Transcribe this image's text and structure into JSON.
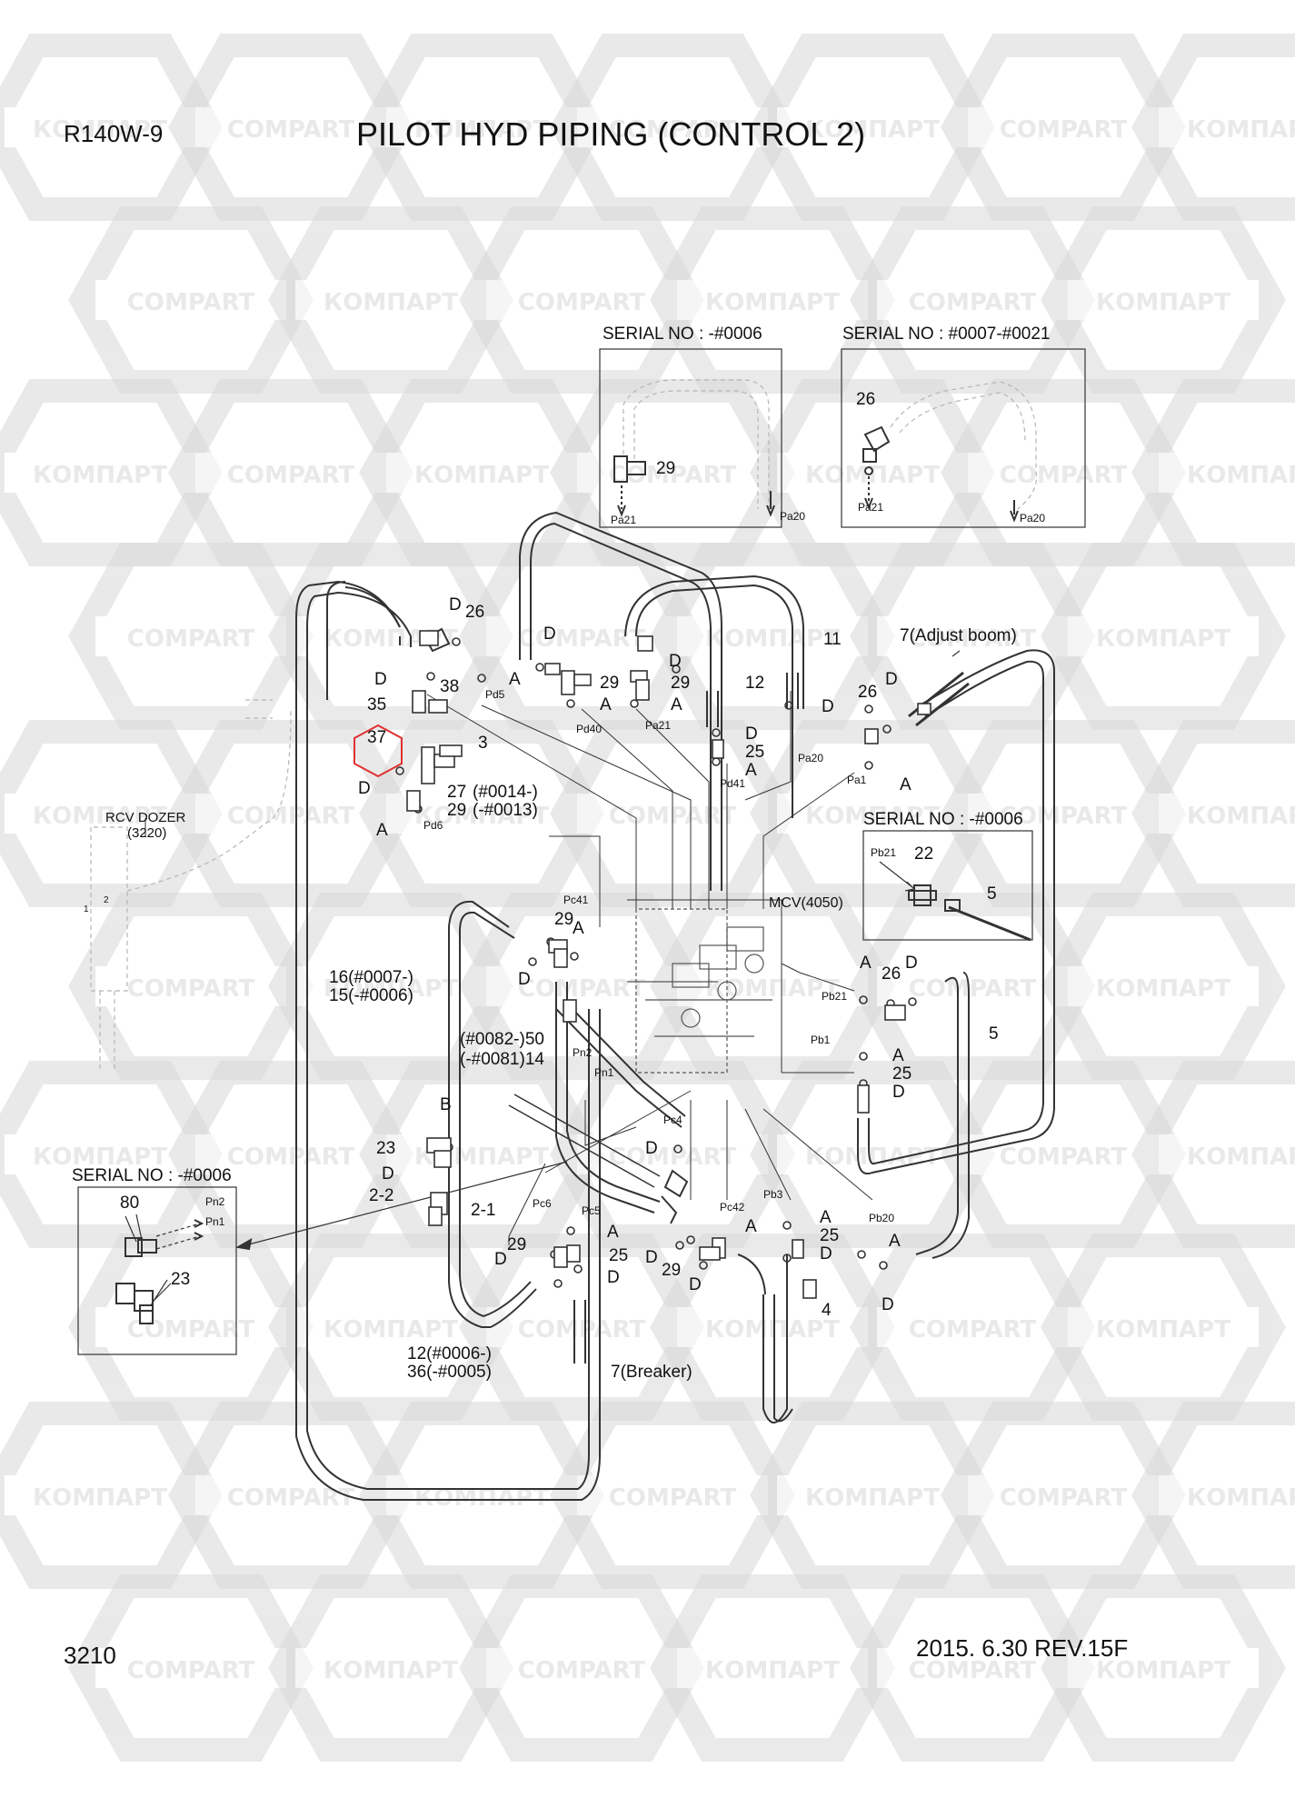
{
  "header": {
    "model": "R140W-9",
    "title": "PILOT HYD PIPING (CONTROL 2)"
  },
  "footer": {
    "page_code": "3210",
    "date_revision": "2015. 6.30  REV.15F"
  },
  "watermark": {
    "text_ru": "КОМПАРТ",
    "text_en": "COMPART"
  },
  "insets": {
    "top_left": {
      "serial": "SERIAL NO : -#0006",
      "part": "29",
      "port_left": "Pa21",
      "port_right": "Pa20"
    },
    "top_right": {
      "serial": "SERIAL NO : #0007-#0021",
      "part": "26",
      "port_left": "Pa21",
      "port_right": "Pa20"
    },
    "right": {
      "serial": "SERIAL NO : -#0006",
      "port": "Pb21",
      "part_a": "22",
      "part_b": "5"
    },
    "bottom_left": {
      "serial": "SERIAL NO : -#0006",
      "part_a": "80",
      "part_b": "23",
      "port_a": "Pn2",
      "port_b": "Pn1"
    }
  },
  "components": {
    "rcv_dozer": "RCV DOZER",
    "rcv_dozer_code": "(3220)",
    "rcv_port_1": "1",
    "rcv_port_2": "2",
    "mcv": "MCV(4050)",
    "adjust_boom": "7(Adjust boom)",
    "breaker": "7(Breaker)"
  },
  "callouts": {
    "c26a": "26",
    "cDa": "D",
    "cD35": "D",
    "c38": "38",
    "c35": "35",
    "cA_pd5": "A",
    "pd5": "Pd5",
    "c37": "37",
    "c3": "3",
    "cD37": "D",
    "c27": "27",
    "c27s": "(#0014-)",
    "c29": "29",
    "c29s": "(-#0013)",
    "cA_pd6": "A",
    "pd6": "Pd6",
    "cD_m1": "D",
    "c29_m1": "29",
    "cA_m1": "A",
    "pd40": "Pd40",
    "cD_m2": "D",
    "c29_m2": "29",
    "cA_m2": "A",
    "pa21": "Pa21",
    "c11": "11",
    "c12": "12",
    "cD_12": "D",
    "cD_25": "D",
    "c25a": "25",
    "cA_25": "A",
    "pd41": "Pd41",
    "pa20": "Pa20",
    "c26b": "26",
    "cD_b": "D",
    "cA_pa1": "A",
    "pa1": "Pa1",
    "pc41": "Pc41",
    "c29_c": "29",
    "cA_c": "A",
    "cD_c": "D",
    "c16": "16(#0007-)",
    "c15": "15(-#0006)",
    "c50": "(#0082-)50",
    "c14": "(-#0081)14",
    "pn2": "Pn2",
    "pn1": "Pn1",
    "cA_r": "A",
    "c26_r": "26",
    "cD_r": "D",
    "pb21": "Pb21",
    "c5": "5",
    "pb1": "Pb1",
    "cA_pb1": "A",
    "c25_pb1": "25",
    "cD_pb1": "D",
    "cB": "B",
    "c23": "23",
    "cD_23": "D",
    "c2_2": "2-2",
    "c2_1": "2-1",
    "pc4": "Pc4",
    "cD_pc4": "D",
    "pc6": "Pc6",
    "pc5": "Pc5",
    "pc42": "Pc42",
    "pb3": "Pb3",
    "pb20": "Pb20",
    "cA_pc5": "A",
    "c29_b1": "29",
    "cD_b1": "D",
    "c25_b1": "25",
    "cD_b2": "D",
    "cD_pc42": "D",
    "c29_pc42": "29",
    "cA_pc42": "A",
    "cD_pc42b": "D",
    "cA_pb3": "A",
    "c25_pb3": "25",
    "cD_pb3": "D",
    "cA_pb20": "A",
    "cD_pb20": "D",
    "c4": "4",
    "c12b": "12(#0006-)",
    "c36": "36(-#0005)"
  },
  "colors": {
    "line": "#333333",
    "ghost_line": "#b5b5b5",
    "watermark": "#d8d8d8",
    "highlight": "#e03030"
  }
}
